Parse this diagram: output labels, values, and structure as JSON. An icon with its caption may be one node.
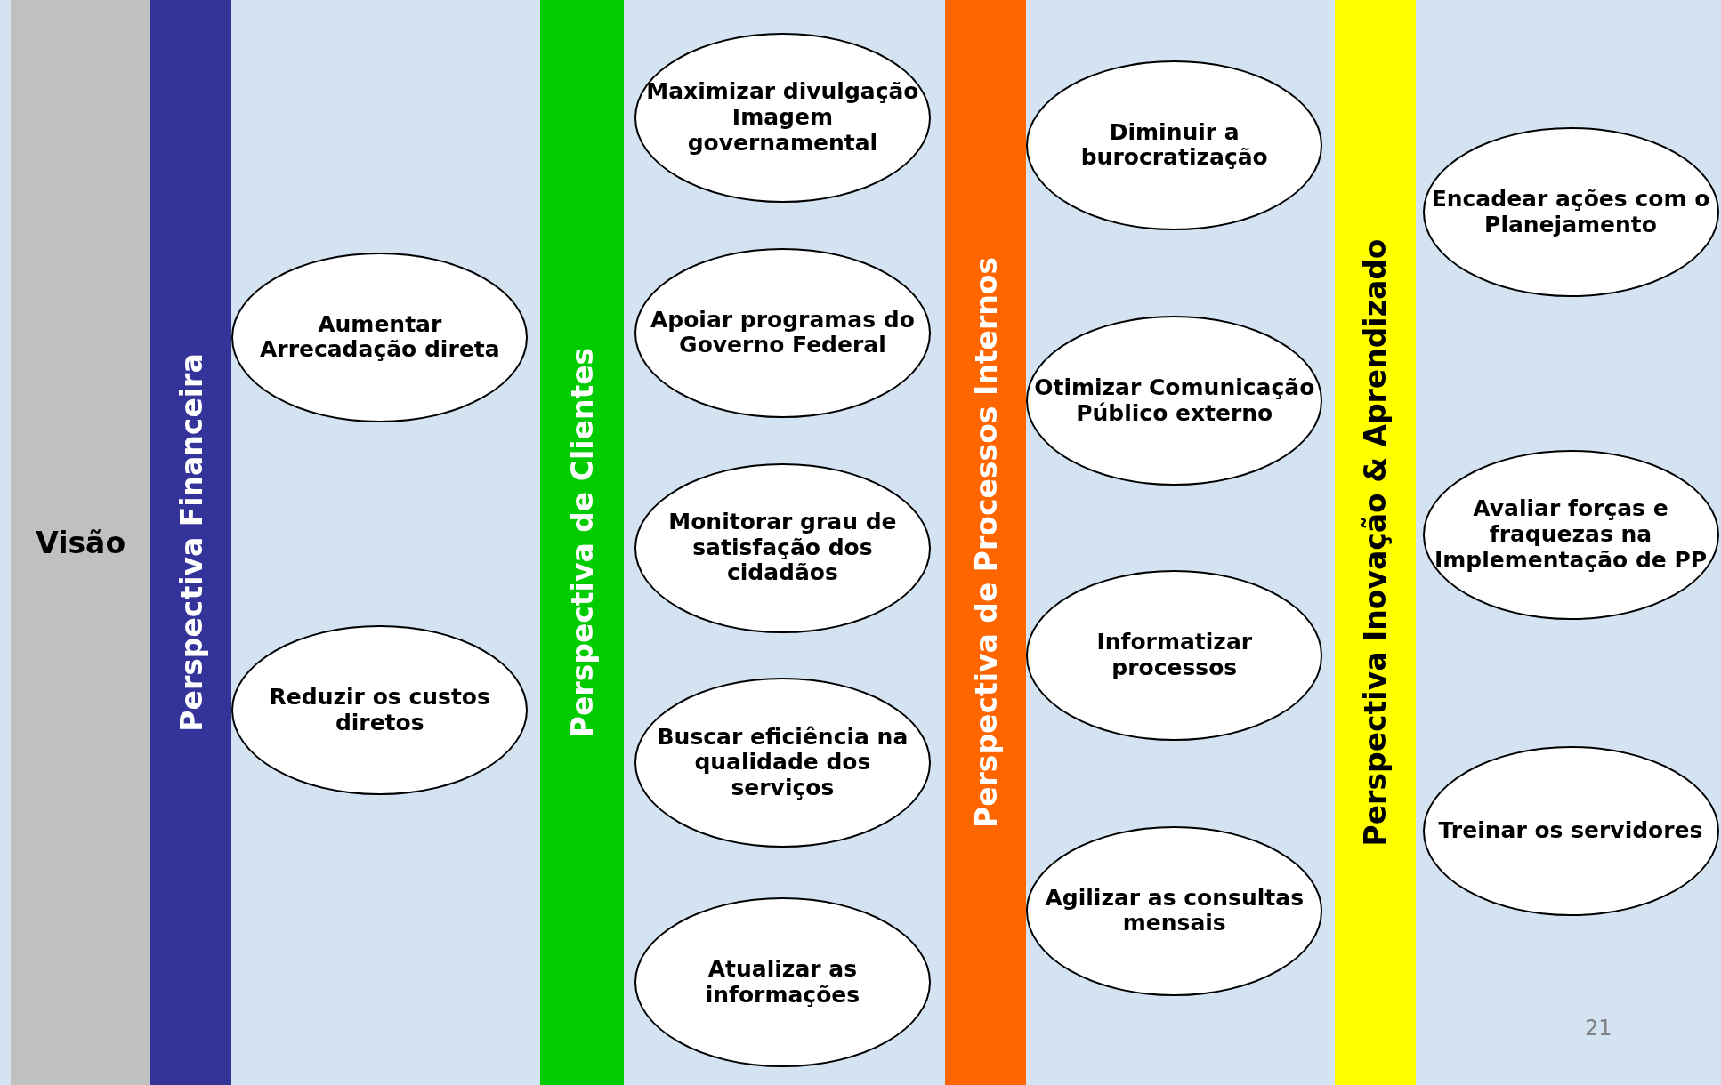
{
  "diagram": {
    "nodes": [
      {
        "text": [
          "Visão"
        ]
      },
      {
        "text": [
          "Perspectiva Financeira"
        ]
      },
      {
        "text": [
          "Aumentar Arrecadação direta"
        ]
      },
      {
        "text": [
          "Reduzir os custos diretos"
        ]
      },
      {
        "text": [
          "Perspectiva de Clientes"
        ]
      },
      {
        "text": [
          "Maximizar divulgação Imagem governamental"
        ]
      },
      {
        "text": [
          "Apoiar programas do Governo Federal"
        ]
      },
      {
        "text": [
          "Monitorar grau de satisfação dos cidadãos"
        ]
      },
      {
        "text": [
          "Buscar eficiência na qualidade dos serviços"
        ]
      },
      {
        "text": [
          "Atualizar as informações"
        ]
      },
      {
        "text": [
          "Perspectiva de Processos Internos"
        ]
      },
      {
        "text": [
          "Diminuir a burocratização"
        ]
      },
      {
        "text": [
          "Otimizar Comunicação Público externo"
        ]
      },
      {
        "text": [
          "Informatizar processos"
        ]
      },
      {
        "text": [
          "Agilizar as consultas mensais"
        ]
      },
      {
        "text": [
          "Perspectiva Inovação & Aprendizado"
        ]
      },
      {
        "text": [
          "Encadear ações com o Planejamento"
        ]
      },
      {
        "text": [
          "Avaliar forças e fraquezas na Implementação de PP"
        ]
      },
      {
        "text": [
          "Treinar os servidores"
        ]
      }
    ],
    "labels": [
      "21"
    ]
  }
}
